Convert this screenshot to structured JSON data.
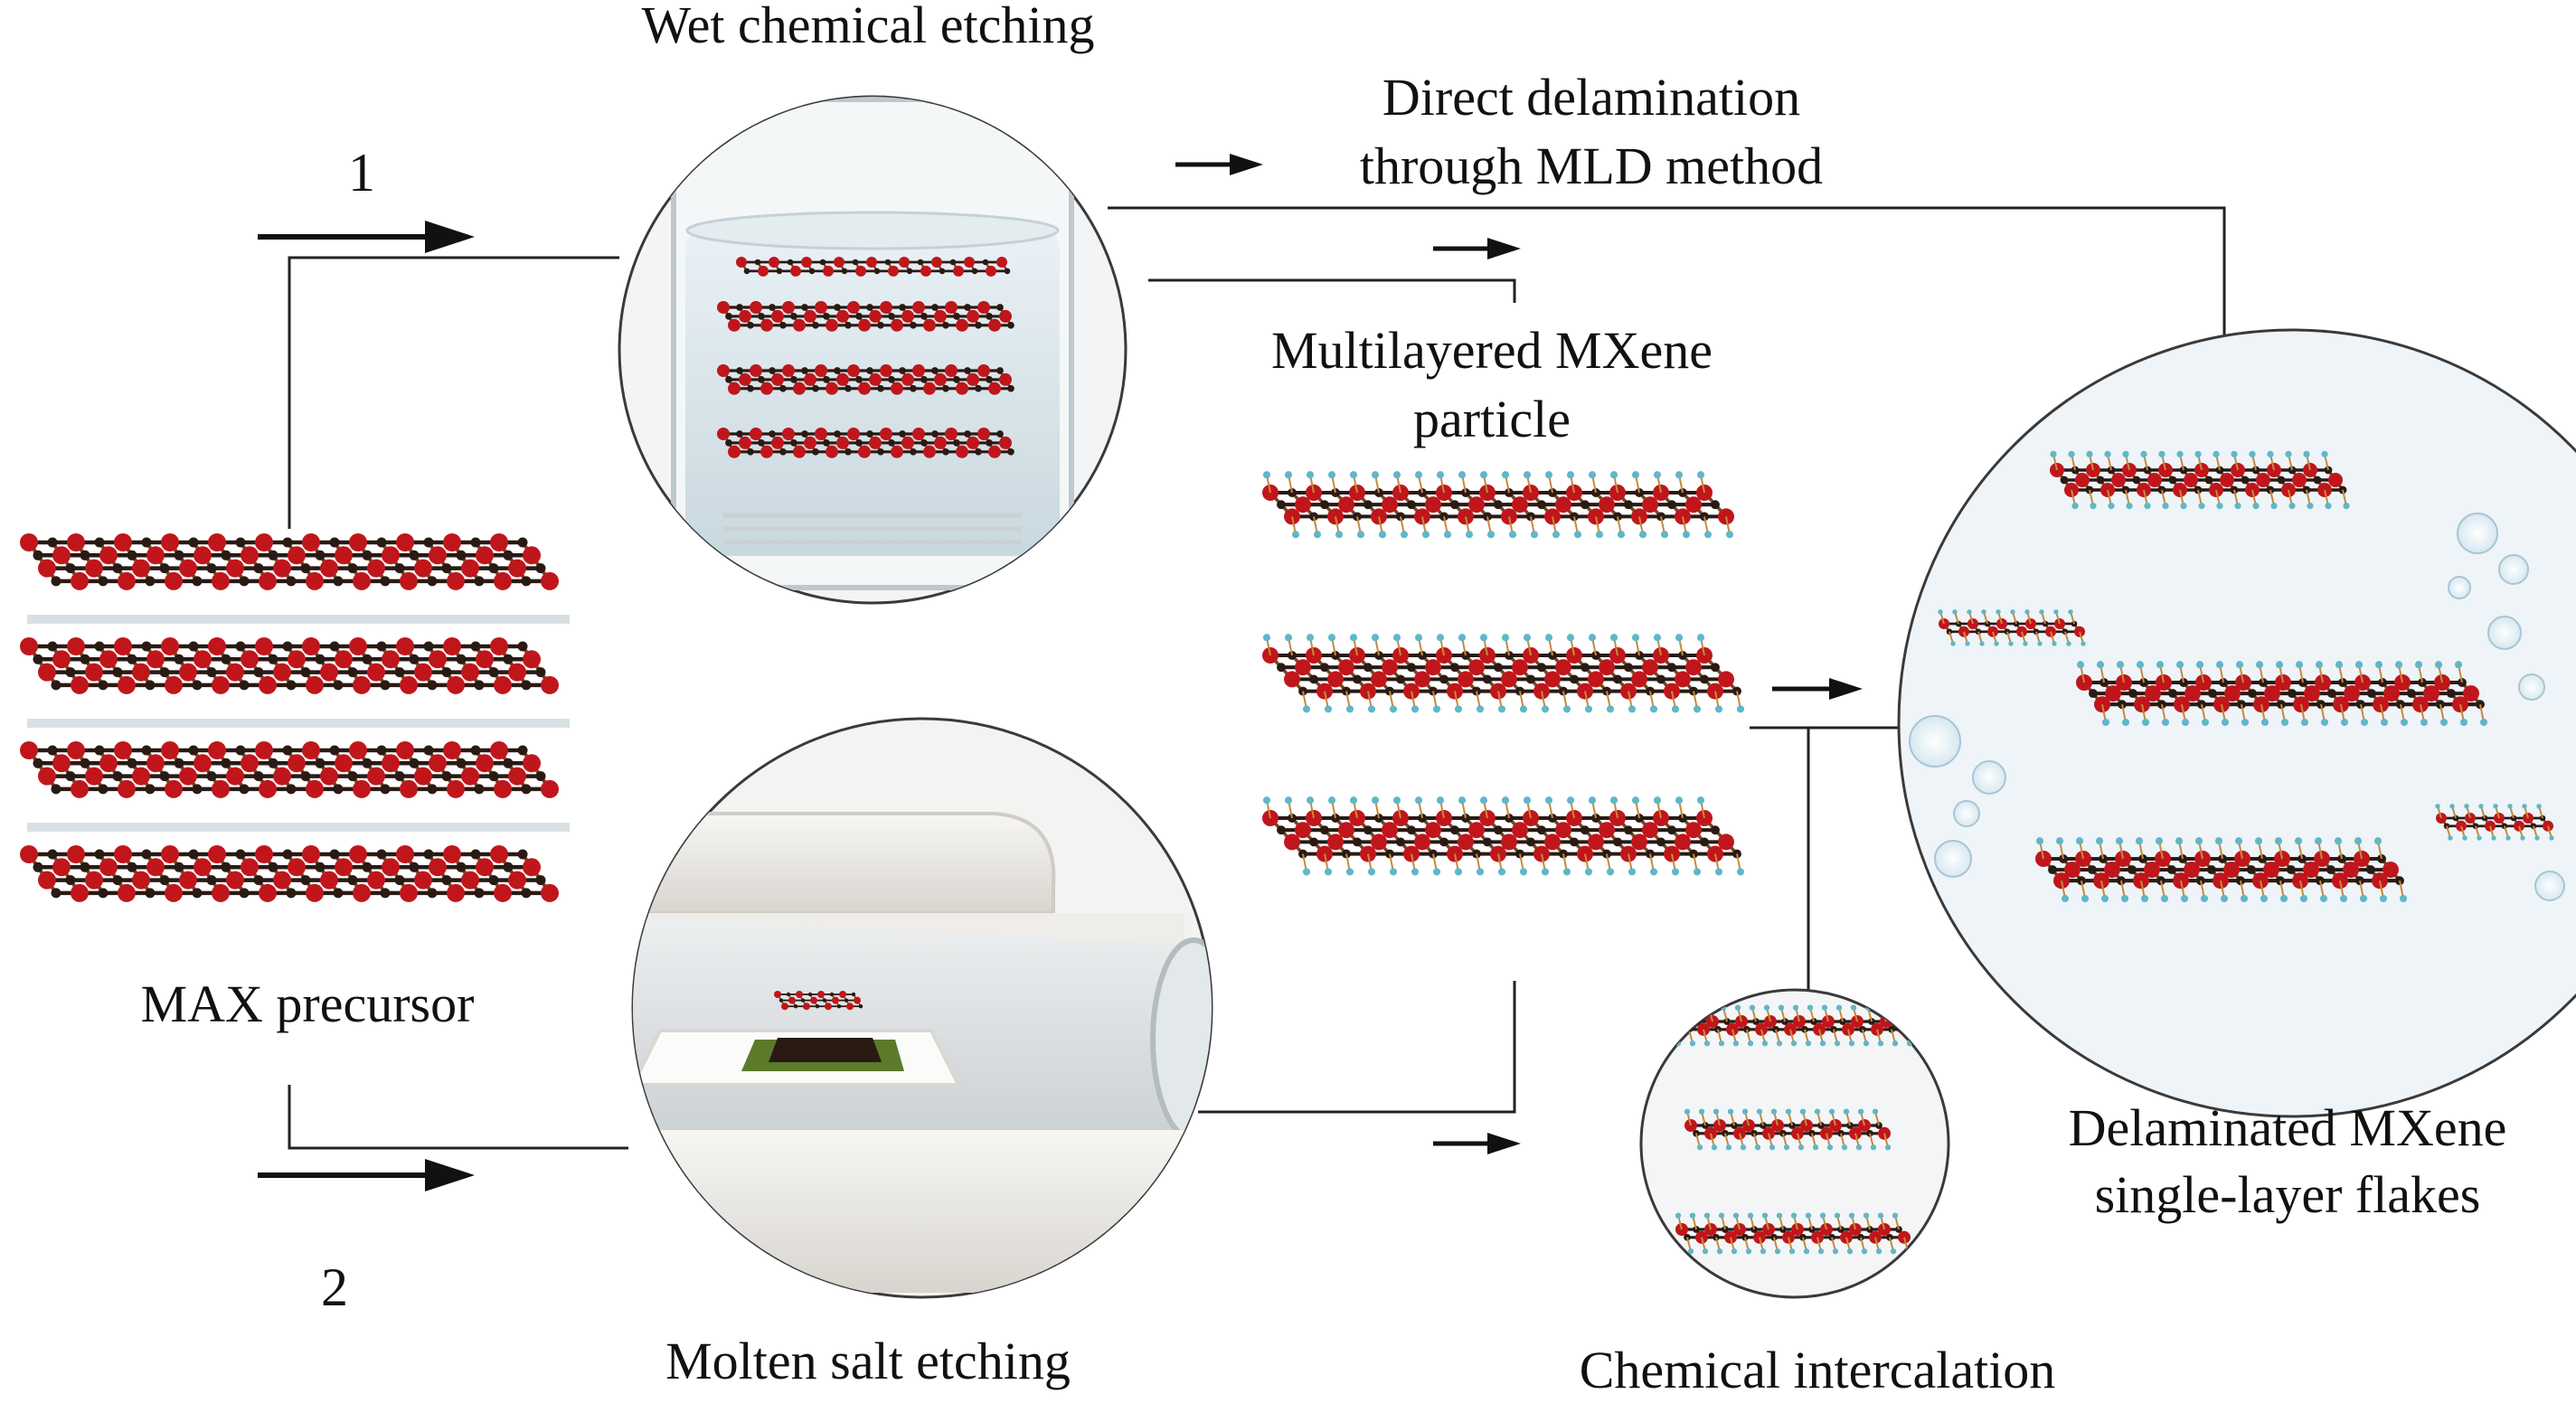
{
  "labels": {
    "wet_etching": "Wet chemical etching",
    "direct_delam_line1": "Direct delamination",
    "direct_delam_line2": "through MLD method",
    "multilayer_line1": "Multilayered MXene",
    "multilayer_line2": "particle",
    "max_precursor": "MAX precursor",
    "molten_salt": "Molten salt etching",
    "intercalation": "Chemical intercalation",
    "delaminated_line1": "Delaminated MXene",
    "delaminated_line2": "single-layer flakes",
    "route_1": "1",
    "route_2": "2"
  },
  "colors": {
    "atom_red": "#c0161b",
    "atom_dark": "#2a1a14",
    "terminal_cyan": "#5fb7c9",
    "line": "#222222",
    "circle_edge": "#3a3a3a"
  }
}
